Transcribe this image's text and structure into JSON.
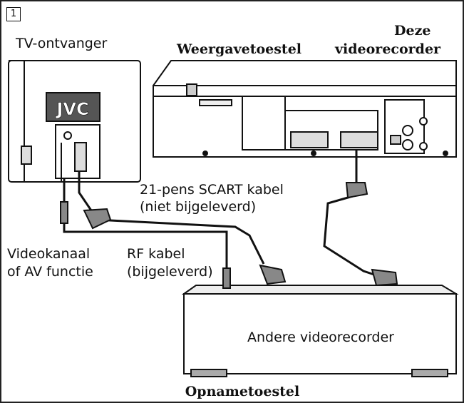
{
  "step_number": "1",
  "labels": {
    "tv_receiver": "TV-ontvanger",
    "playback_device": "Weergavetoestel",
    "this_vcr_line1": "Deze",
    "this_vcr_line2": "videorecorder",
    "scart_cable_line1": "21-pens SCART kabel",
    "scart_cable_line2": "(niet bijgeleverd)",
    "video_channel_line1": "Videokanaal",
    "video_channel_line2": "of AV functie",
    "rf_cable_line1": "RF kabel",
    "rf_cable_line2": "(bijgeleverd)",
    "other_vcr": "Andere videorecorder",
    "recording_device": "Opnametoestel"
  },
  "tv_logo": "JVC"
}
